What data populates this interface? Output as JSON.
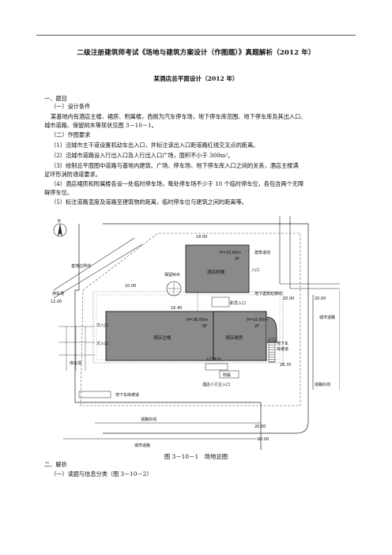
{
  "doc": {
    "title": "二级注册建筑师考试《场地与建筑方案设计（作图题）》真题解析（2012 年）",
    "subtitle": "某酒店总平面设计（2012 年）",
    "sec1": "一、题目",
    "sec1_1": "（一）设计条件",
    "para1a": "某基地内有酒店主楼、裙房、附属楼，西侧为汽车停车场，地下停车库范围、地下停车库及其出入口、",
    "para1b": "城市道路、保留树木等现状见图 3－10－1。",
    "sec1_2": "（二）作图要求",
    "req1": "（1）沿城市主干道设置机动车出入口，并标注该出入口距道路红线交叉点的距离。",
    "req2": "（2）沿城市道路设入行出入口及人行出入口广场，面积不小于 300m²。",
    "req3a": "（3）绘制总平面图中道路与基地内建筑、广场、停车场、地下停车库入口之间的关系，酒店主楼满",
    "req3b": "足环形消防通道要求。",
    "req4a": "（4）酒店裙房和附属楼各设一处临时停车场，每处停车场不少于 10 个临时停车位，各包含两个无障",
    "req4b": "碍停车位。",
    "req5": "（5）标注道路宽度及道路至建筑物的距离，临时停车位与建筑之间的距离等。",
    "caption": "图 3－10－1　场地总图",
    "sec2": "二、解析",
    "sec2_1": "（一）读题与信息分类（图 3－10－2）"
  },
  "plan": {
    "north": "N",
    "d18": "18.00",
    "d10": "10.00",
    "d16": "16.40",
    "d12": "12.00",
    "d20a": "20.00",
    "d20b": "20.00",
    "d28": "28.70",
    "d20c": "20.00",
    "d20d": "20.00",
    "annex_h": "H=10.80m",
    "annex_f": "2F",
    "annex_name": "酒店附楼",
    "main_h": "H=36.00m",
    "main_f": "9F",
    "main_name": "酒店主楼",
    "podium_h": "H=10.80m",
    "podium_f": "2F",
    "podium_name": "酒店裙房",
    "site_boundary": "基地边界线",
    "tree": "保留树木",
    "bldg_line": "建筑退线",
    "entrance": "入口",
    "staff_entrance": "职员入口",
    "ug_garage_line": "地下建筑轮廓线",
    "ug_entrance_a": "地下车",
    "ug_entrance_b": "库坡道",
    "road_v": "城市道路",
    "road_h": "城市道路",
    "red_line_h": "道路红线",
    "red_line_v": "道路红线",
    "gate1": "次入口",
    "gate2": "次入口",
    "platform": "入口平台",
    "annex_rm": "附属",
    "ped_main_entry": "酒店人行主入口",
    "ug_ramp": "地下车库坡道",
    "parking": "停车场",
    "park_h": "停车场",
    "stairs": "楼梯"
  }
}
